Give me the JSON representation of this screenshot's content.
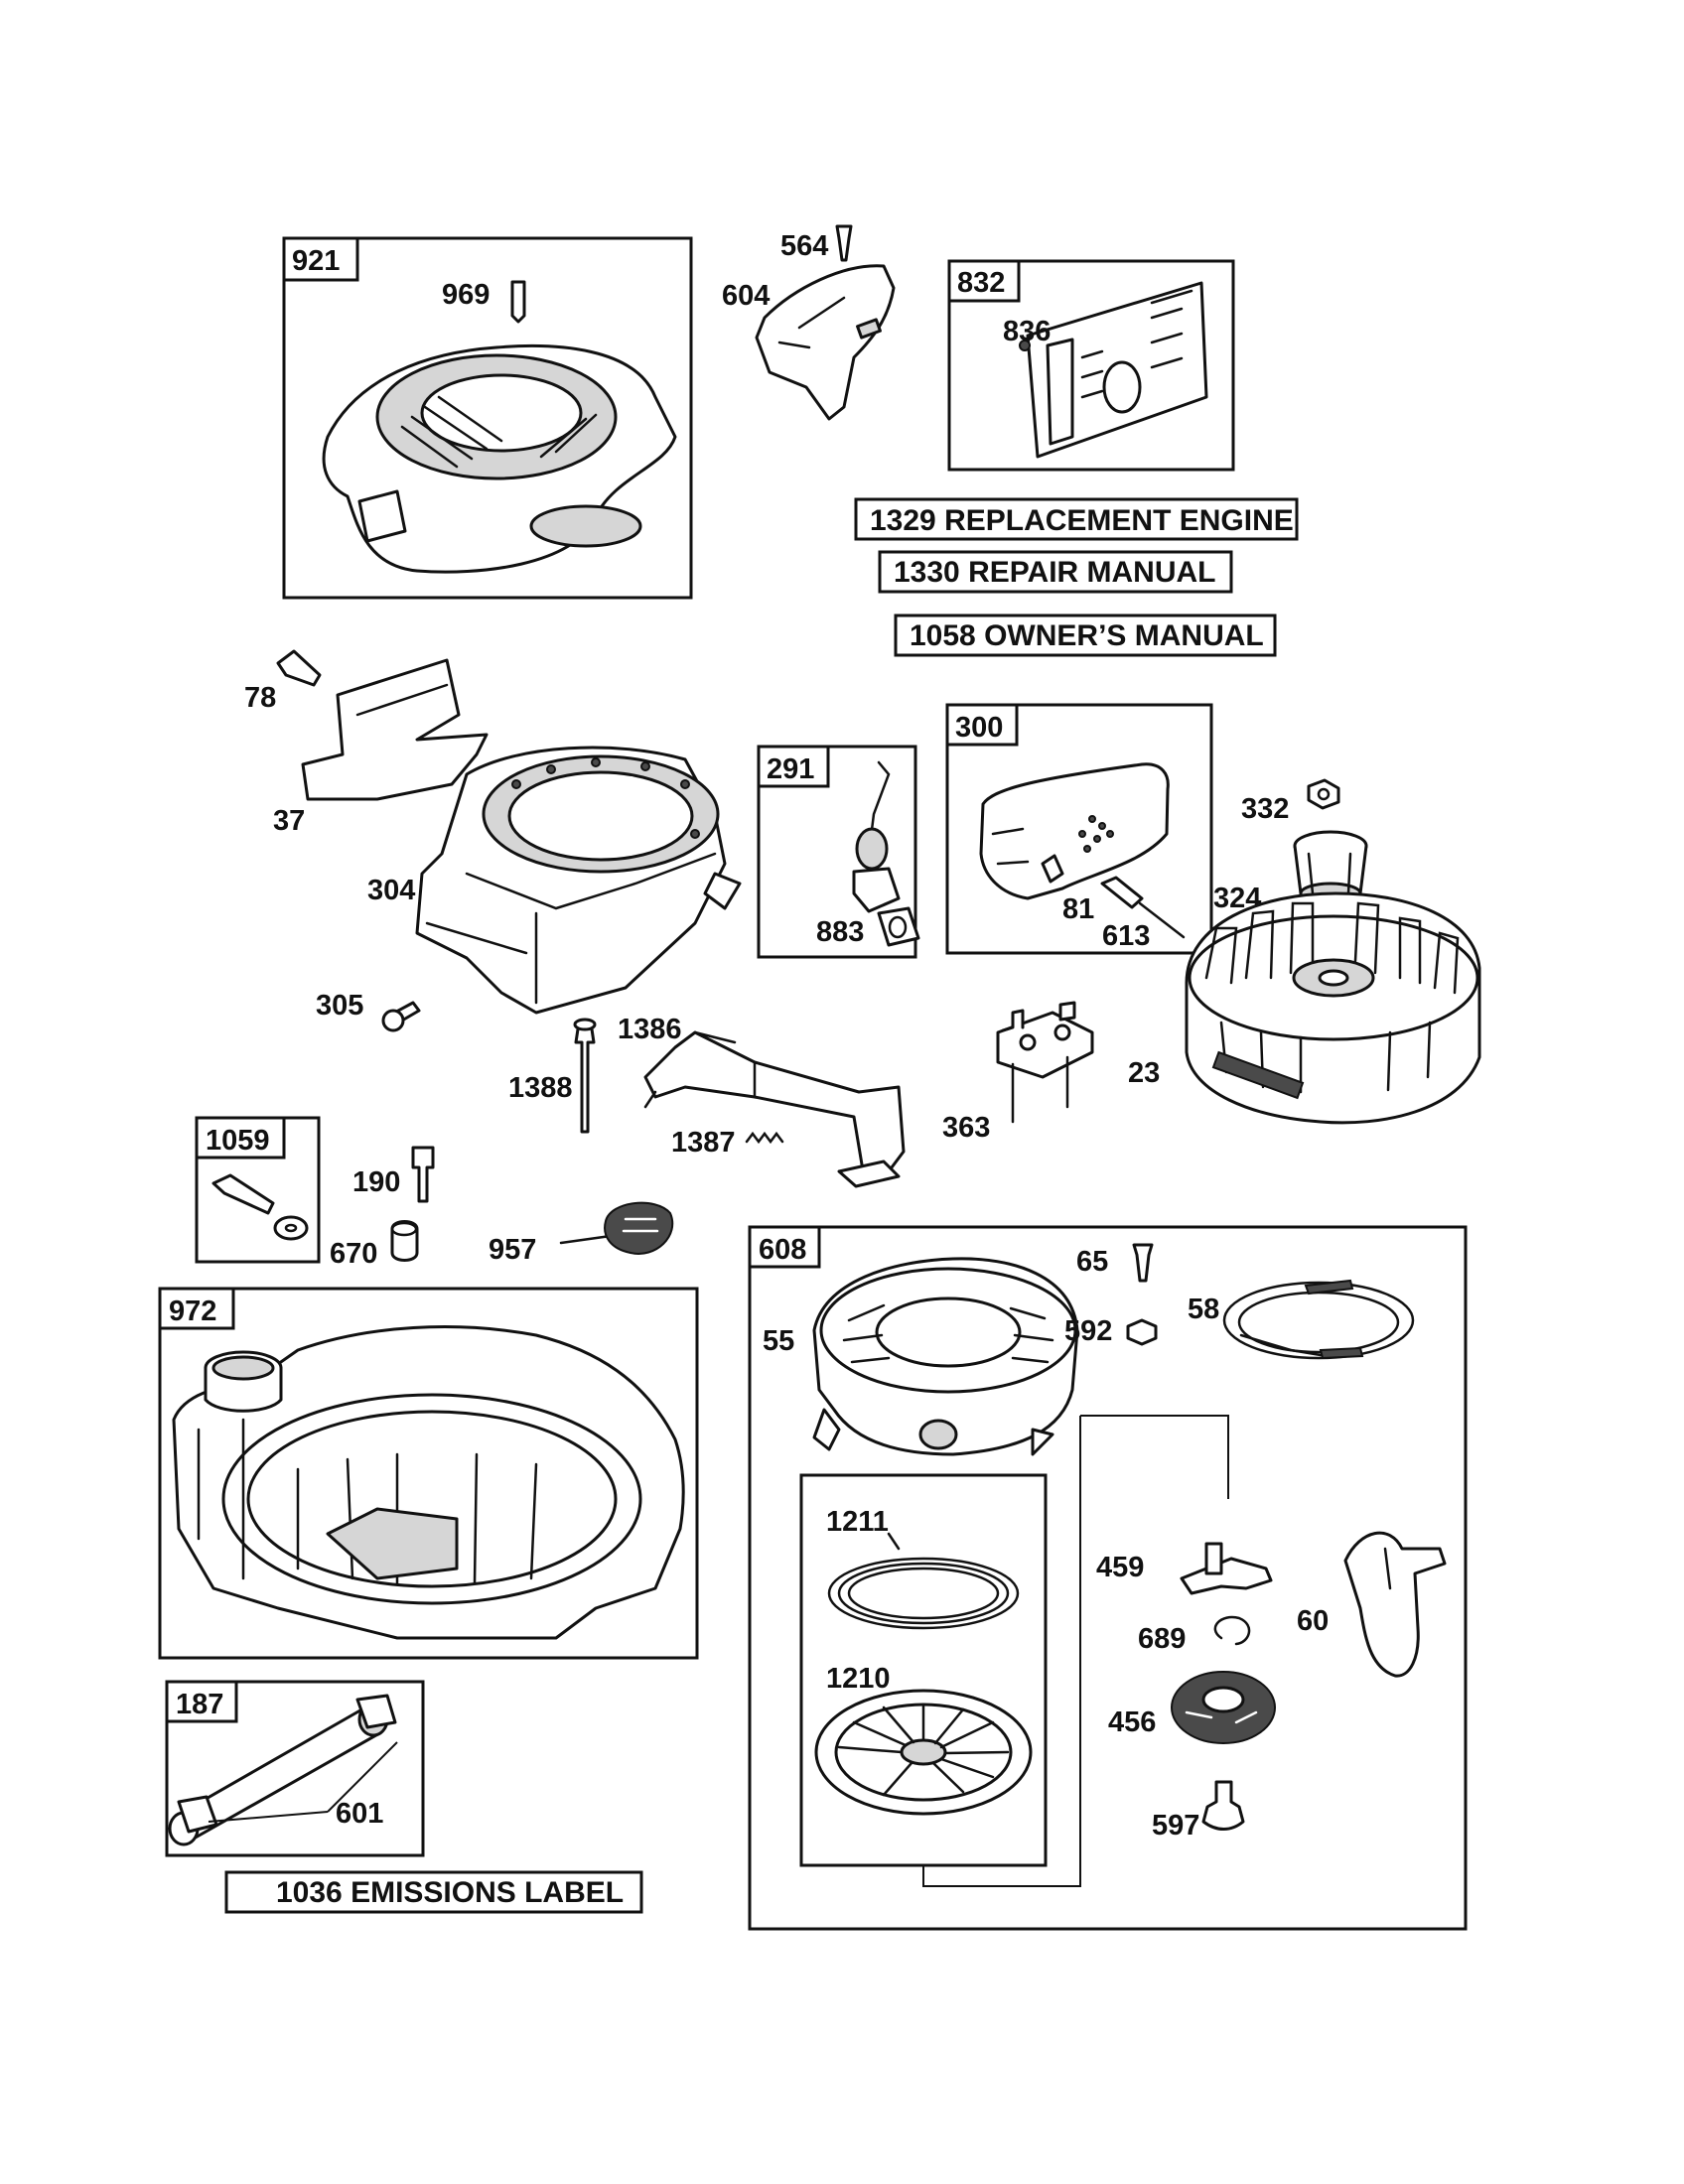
{
  "titles": {
    "replacement_engine": "1329 REPLACEMENT ENGINE",
    "repair_manual": "1330 REPAIR MANUAL",
    "owners_manual": "1058 OWNER’S MANUAL",
    "emissions_label": "1036 EMISSIONS LABEL"
  },
  "kits": {
    "k921": "921",
    "k832": "832",
    "k291": "291",
    "k300": "300",
    "k1059": "1059",
    "k972": "972",
    "k187": "187",
    "k608": "608"
  },
  "parts": {
    "p969": "969",
    "p564": "564",
    "p604": "604",
    "p836": "836",
    "p78": "78",
    "p37": "37",
    "p304": "304",
    "p305": "305",
    "p883": "883",
    "p332": "332",
    "p324": "324",
    "p81": "81",
    "p613": "613",
    "p1386": "1386",
    "p1388": "1388",
    "p1387": "1387",
    "p363": "363",
    "p23": "23",
    "p190": "190",
    "p670": "670",
    "p957": "957",
    "p65": "65",
    "p592": "592",
    "p58": "58",
    "p55": "55",
    "p1211": "1211",
    "p1210": "1210",
    "p459": "459",
    "p689": "689",
    "p60": "60",
    "p456": "456",
    "p597": "597",
    "p601": "601"
  }
}
